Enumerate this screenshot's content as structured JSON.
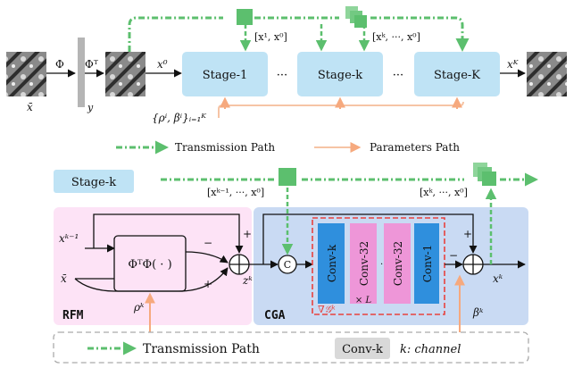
{
  "top": {
    "x_bar": "x̄",
    "phi": "Φ",
    "phi_t": "Φᵀ",
    "y": "y",
    "x0": "x⁰",
    "stage1": "Stage-1",
    "stagek": "Stage-k",
    "stageK": "Stage-K",
    "dots": "···",
    "xK": "xᴷ",
    "x1x0": "[x¹, x⁰]",
    "xkx0": "[xᵏ, ···, x⁰]",
    "rho_beta": "{ρⁱ, βⁱ}ᵢ₌₁ᴷ"
  },
  "legend_top": {
    "transmission": "Transmission Path",
    "parameters": "Parameters Path"
  },
  "bottom": {
    "stage_label": "Stage-k",
    "prev_feat": "[xᵏ⁻¹, ···, x⁰]",
    "next_feat": "[xᵏ, ···, x⁰]",
    "x_prev": "xᵏ⁻¹",
    "x_bar": "x̄",
    "phi_phi": "ΦᵀΦ( · )",
    "minus1": "−",
    "plus1": "+",
    "plus_top": "+",
    "z": "zᵏ",
    "concat": "C",
    "conv_k": "Conv-k",
    "conv_32a": "Conv-32",
    "conv_32b": "Conv-32",
    "conv_1": "Conv-1",
    "times_L": "× L",
    "nabla_g": "∇𝒢ᵏ",
    "minus2": "−",
    "plus2": "+",
    "xk": "xᵏ",
    "rfm": "RFM",
    "cga": "CGA",
    "rho": "ρᵏ",
    "beta": "βᵏ"
  },
  "legend_bottom": {
    "transmission": "Transmission Path",
    "conv_k": "Conv-k",
    "channel": "k: channel"
  },
  "colors": {
    "stage_fill": "#bfe3f5",
    "green": "#5cbf6e",
    "orange": "#f6c4a5",
    "rfm_fill": "#fde3f6",
    "cga_fill": "#c9daf3",
    "conv_blue": "#2f8fdd",
    "conv_pink": "#ee96d8",
    "red_dash": "#e8423e"
  }
}
